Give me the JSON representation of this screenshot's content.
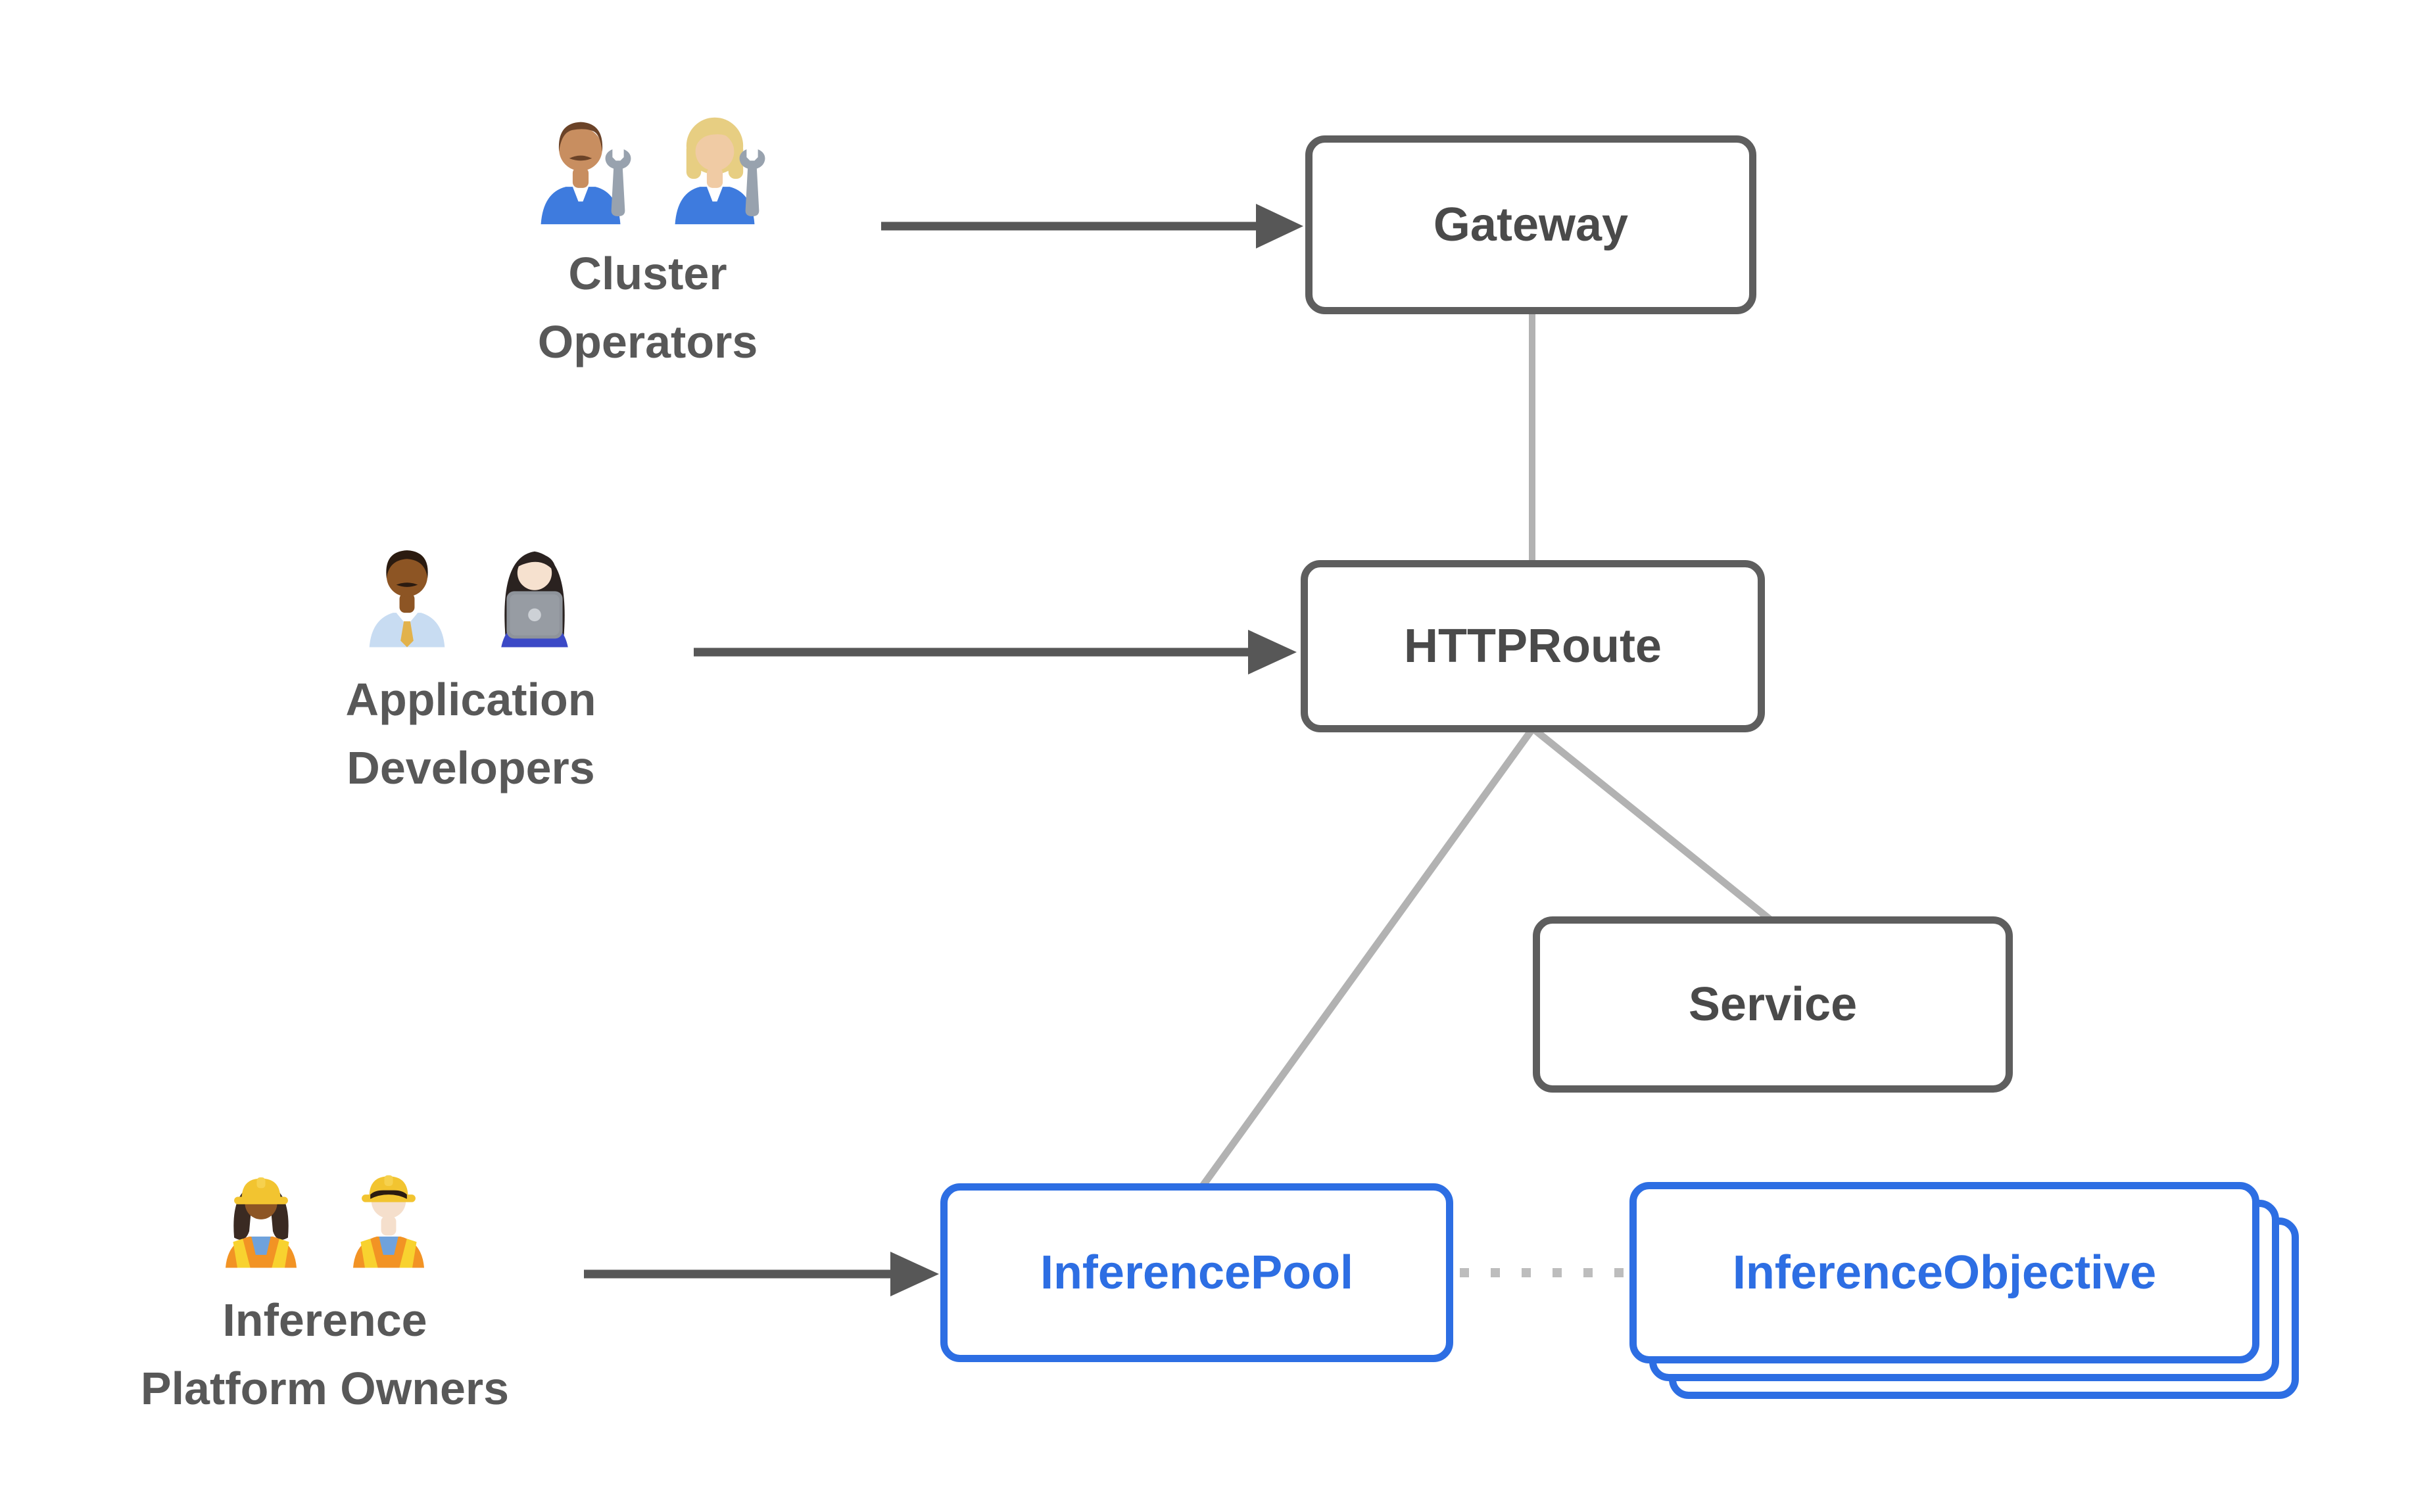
{
  "diagram": {
    "actors": [
      {
        "id": "cluster-operators",
        "label_lines": [
          "Cluster",
          "Operators"
        ],
        "emojis": [
          "man-mechanic",
          "woman-mechanic"
        ]
      },
      {
        "id": "application-developers",
        "label_lines": [
          "Application",
          "Developers"
        ],
        "emojis": [
          "man-office-worker",
          "woman-technologist"
        ]
      },
      {
        "id": "inference-platform-owners",
        "label_lines": [
          "Inference",
          "Platform Owners"
        ],
        "emojis": [
          "woman-construction-worker",
          "man-construction-worker"
        ]
      }
    ],
    "nodes": [
      {
        "id": "gateway",
        "label": "Gateway",
        "style": "gray"
      },
      {
        "id": "httproute",
        "label": "HTTPRoute",
        "style": "gray"
      },
      {
        "id": "service",
        "label": "Service",
        "style": "gray"
      },
      {
        "id": "inferencepool",
        "label": "InferencePool",
        "style": "blue"
      },
      {
        "id": "inferenceobjective",
        "label": "InferenceObjective",
        "style": "blue-stacked"
      }
    ],
    "edges": [
      {
        "from": "cluster-operators",
        "to": "gateway",
        "type": "arrow"
      },
      {
        "from": "application-developers",
        "to": "httproute",
        "type": "arrow"
      },
      {
        "from": "inference-platform-owners",
        "to": "inferencepool",
        "type": "arrow"
      },
      {
        "from": "gateway",
        "to": "httproute",
        "type": "line"
      },
      {
        "from": "httproute",
        "to": "inferencepool",
        "type": "line"
      },
      {
        "from": "httproute",
        "to": "service",
        "type": "line"
      },
      {
        "from": "inferencepool",
        "to": "inferenceobjective",
        "type": "dotted-line"
      }
    ],
    "colors": {
      "node_border_gray": "#5E5E5E",
      "node_text_gray": "#4A4A4A",
      "accent_blue": "#2D6EE3",
      "actor_text": "#585858",
      "connector_line": "#B2B2B2",
      "arrow": "#575757",
      "dotted_line": "#BDBDBD",
      "background": "#FFFFFF"
    }
  }
}
